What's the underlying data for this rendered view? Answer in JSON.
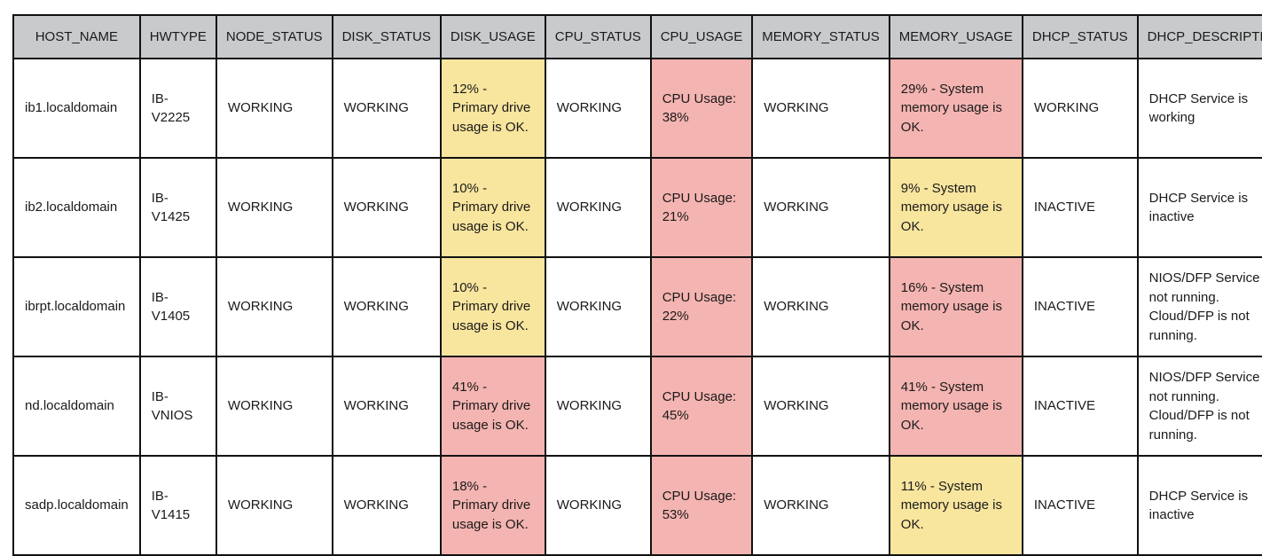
{
  "headers": [
    "HOST_NAME",
    "HWTYPE",
    "NODE_STATUS",
    "DISK_STATUS",
    "DISK_USAGE",
    "CPU_STATUS",
    "CPU_USAGE",
    "MEMORY_STATUS",
    "MEMORY_USAGE",
    "DHCP_STATUS",
    "DHCP_DESCRIPTION"
  ],
  "colors": {
    "header_bg": "#c8cacc",
    "warning_yellow": "#f8e59e",
    "alert_red": "#f4b4b1",
    "border": "#111111"
  },
  "rows": [
    {
      "host": "ib1.localdomain",
      "hwtype": "IB-V2225",
      "node_status": "WORKING",
      "disk_status": "WORKING",
      "disk_usage": "12% - Primary drive usage is OK.",
      "disk_color": "yellow",
      "cpu_status": "WORKING",
      "cpu_usage": "CPU Usage: 38%",
      "cpu_color": "red",
      "memory_status": "WORKING",
      "memory_usage": "29% - System memory usage is OK.",
      "memory_color": "red",
      "dhcp_status": "WORKING",
      "dhcp_description": "DHCP Service is working"
    },
    {
      "host": "ib2.localdomain",
      "hwtype": "IB-V1425",
      "node_status": "WORKING",
      "disk_status": "WORKING",
      "disk_usage": "10% - Primary drive usage is OK.",
      "disk_color": "yellow",
      "cpu_status": "WORKING",
      "cpu_usage": "CPU Usage: 21%",
      "cpu_color": "red",
      "memory_status": "WORKING",
      "memory_usage": "9% - System memory usage is OK.",
      "memory_color": "yellow",
      "dhcp_status": "INACTIVE",
      "dhcp_description": "DHCP Service is inactive"
    },
    {
      "host": "ibrpt.localdomain",
      "hwtype": "IB-V1405",
      "node_status": "WORKING",
      "disk_status": "WORKING",
      "disk_usage": "10% - Primary drive usage is OK.",
      "disk_color": "yellow",
      "cpu_status": "WORKING",
      "cpu_usage": "CPU Usage: 22%",
      "cpu_color": "red",
      "memory_status": "WORKING",
      "memory_usage": "16% - System memory usage is OK.",
      "memory_color": "red",
      "dhcp_status": "INACTIVE",
      "dhcp_description": "NIOS/DFP Service is not running. Cloud/DFP is not running."
    },
    {
      "host": "nd.localdomain",
      "hwtype": "IB-VNIOS",
      "node_status": "WORKING",
      "disk_status": "WORKING",
      "disk_usage": "41% - Primary drive usage is OK.",
      "disk_color": "red",
      "cpu_status": "WORKING",
      "cpu_usage": "CPU Usage: 45%",
      "cpu_color": "red",
      "memory_status": "WORKING",
      "memory_usage": "41% - System memory usage is OK.",
      "memory_color": "red",
      "dhcp_status": "INACTIVE",
      "dhcp_description": "NIOS/DFP Service is not running. Cloud/DFP is not running."
    },
    {
      "host": "sadp.localdomain",
      "hwtype": "IB-V1415",
      "node_status": "WORKING",
      "disk_status": "WORKING",
      "disk_usage": "18% - Primary drive usage is OK.",
      "disk_color": "red",
      "cpu_status": "WORKING",
      "cpu_usage": "CPU Usage: 53%",
      "cpu_color": "red",
      "memory_status": "WORKING",
      "memory_usage": "11% - System memory usage is OK.",
      "memory_color": "yellow",
      "dhcp_status": "INACTIVE",
      "dhcp_description": "DHCP Service is inactive"
    }
  ]
}
